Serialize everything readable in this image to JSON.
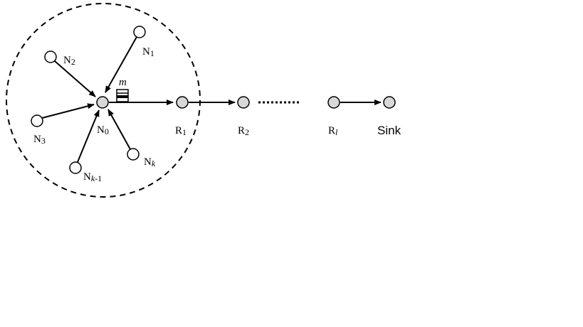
{
  "nodes": {
    "n0": {
      "base": "N",
      "sub": "0"
    },
    "n1": {
      "base": "N",
      "sub": "1"
    },
    "n2": {
      "base": "N",
      "sub": "2"
    },
    "n3": {
      "base": "N",
      "sub": "3"
    },
    "nk": {
      "base": "N",
      "sub": "k"
    },
    "nk1": {
      "base": "N",
      "sub_var": "k",
      "sub_rest": "-1"
    },
    "r1": {
      "base": "R",
      "sub": "1"
    },
    "r2": {
      "base": "R",
      "sub": "2"
    },
    "rl": {
      "base": "R",
      "sub": "l"
    },
    "sink": {
      "label": "Sink"
    }
  },
  "packet_label": "m",
  "colors": {
    "relay_fill": "#d8d8d8",
    "sensor_fill": "#ffffff",
    "stroke": "#000000"
  }
}
